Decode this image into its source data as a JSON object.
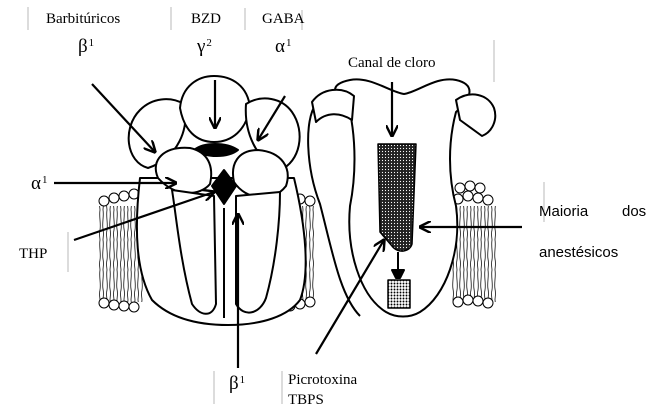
{
  "labels": {
    "barbituricos": "Barbitúricos",
    "beta_top": "β",
    "beta_top_sup": "1",
    "bzd": "BZD",
    "gamma_top": "γ",
    "gamma_top_sup": "2",
    "gaba": "GABA",
    "alpha_top": "α",
    "alpha_top_sup": "1",
    "canal": "Canal de cloro",
    "alpha_left": "α",
    "alpha_left_sup": "1",
    "thp": "THP",
    "maioria_1": "Maioria",
    "maioria_2": "dos",
    "maioria_3": "anestésicos",
    "beta_bottom": "β",
    "beta_bottom_sup": "1",
    "picrotoxina": "Picrotoxina",
    "tbps": "TBPS"
  },
  "colors": {
    "ink": "#000000",
    "background": "#ffffff",
    "frame_line": "#b8b8b8"
  }
}
